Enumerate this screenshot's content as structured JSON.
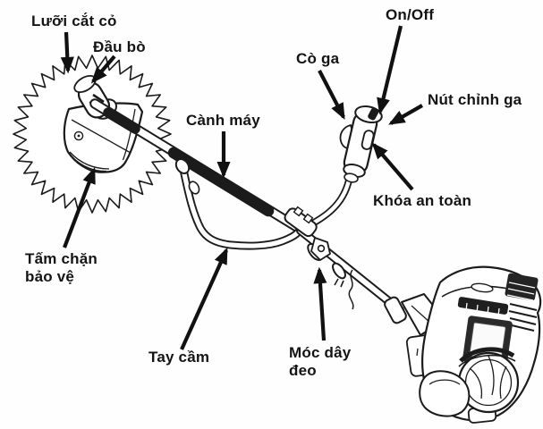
{
  "diagram": {
    "background": "#fefefe",
    "ink_color": "#1b1b1b",
    "labels": {
      "blade": "Lưỡi cắt cỏ",
      "head": "Đầu bò",
      "shaft": "Cành máy",
      "throttle_trigger": "Cò ga",
      "power_switch": "On/Off",
      "throttle_adjust_button": "Nút chỉnh ga",
      "safety_lock": "Khóa an toàn",
      "guard_plate": "Tấm chặn bảo vệ",
      "handle": "Tay cầm",
      "strap_hook": "Móc dây đeo"
    }
  }
}
